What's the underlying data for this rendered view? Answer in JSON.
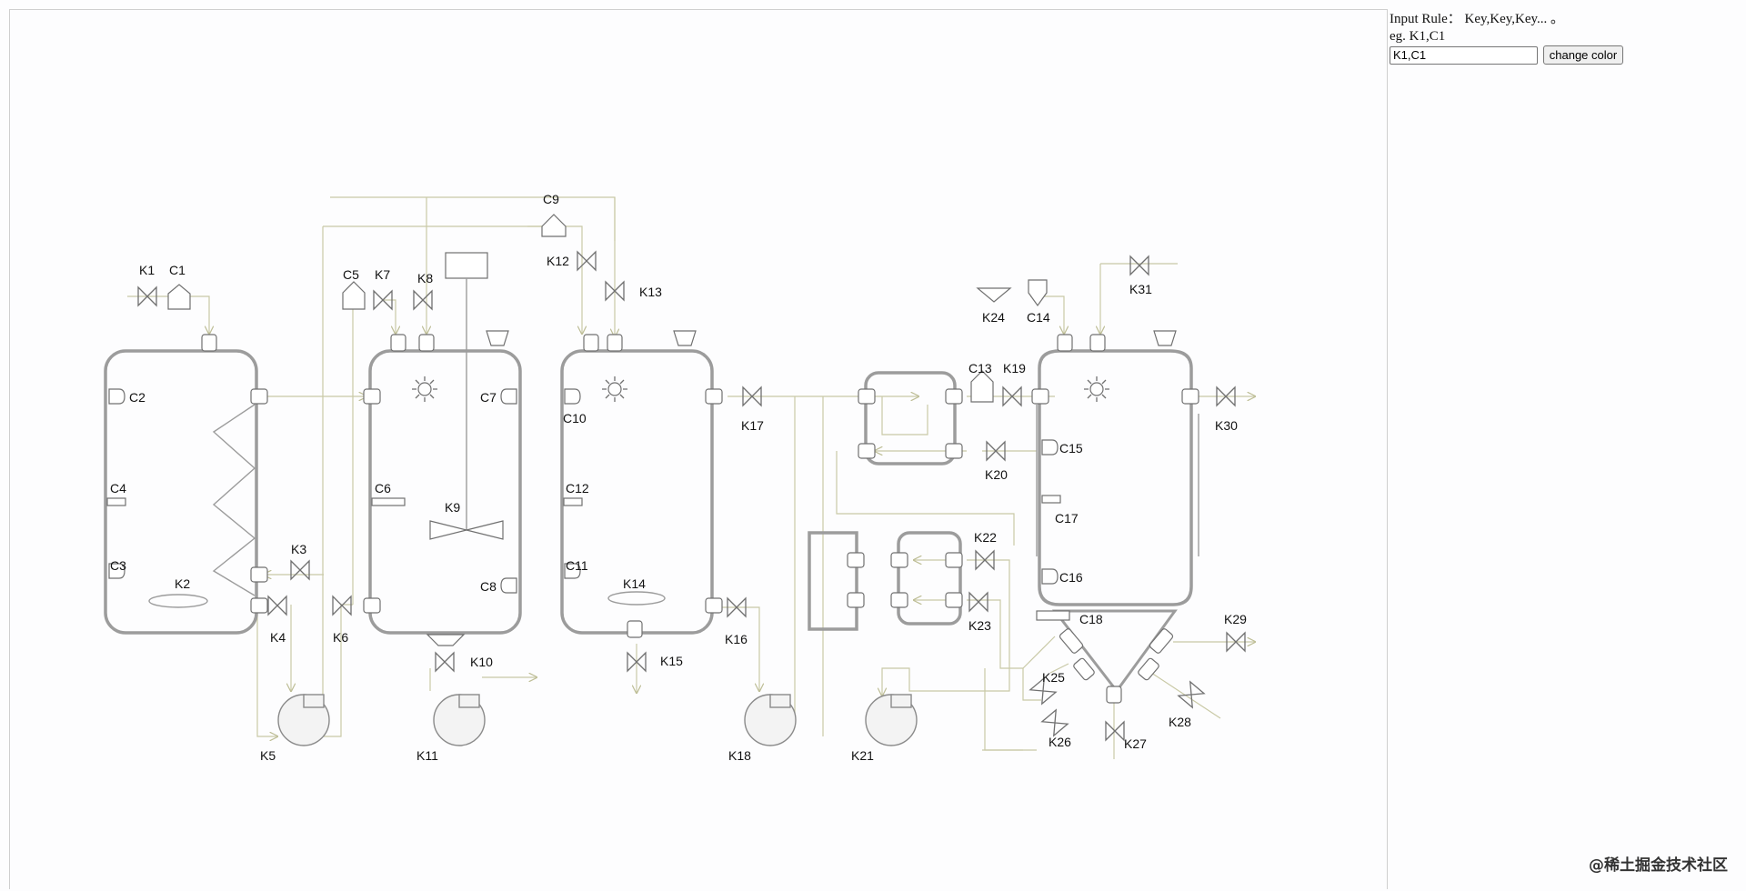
{
  "panel": {
    "rule_text": "Input Rule： Key,Key,Key... 。",
    "example_text": "eg. K1,C1",
    "input_value": "K1,C1",
    "button_label": "change color"
  },
  "watermark": "@稀土掘金技术社区",
  "diagram": {
    "labels": {
      "K1": "K1",
      "C1": "C1",
      "C2": "C2",
      "C3": "C3",
      "C4": "C4",
      "K2": "K2",
      "K3": "K3",
      "K4": "K4",
      "K5": "K5",
      "K6": "K6",
      "C5": "C5",
      "K7": "K7",
      "K8": "K8",
      "C6": "C6",
      "C7": "C7",
      "C8": "C8",
      "K9": "K9",
      "K10": "K10",
      "K11": "K11",
      "C9": "C9",
      "K12": "K12",
      "K13": "K13",
      "C10": "C10",
      "C11": "C11",
      "C12": "C12",
      "K14": "K14",
      "K15": "K15",
      "K16": "K16",
      "K17": "K17",
      "K18": "K18",
      "C13": "C13",
      "K19": "K19",
      "K20": "K20",
      "K21": "K21",
      "K22": "K22",
      "K23": "K23",
      "K24": "K24",
      "C14": "C14",
      "K31": "K31",
      "C15": "C15",
      "C16": "C16",
      "C17": "C17",
      "C18": "C18",
      "K25": "K25",
      "K26": "K26",
      "K27": "K27",
      "K28": "K28",
      "K29": "K29",
      "K30": "K30"
    }
  }
}
